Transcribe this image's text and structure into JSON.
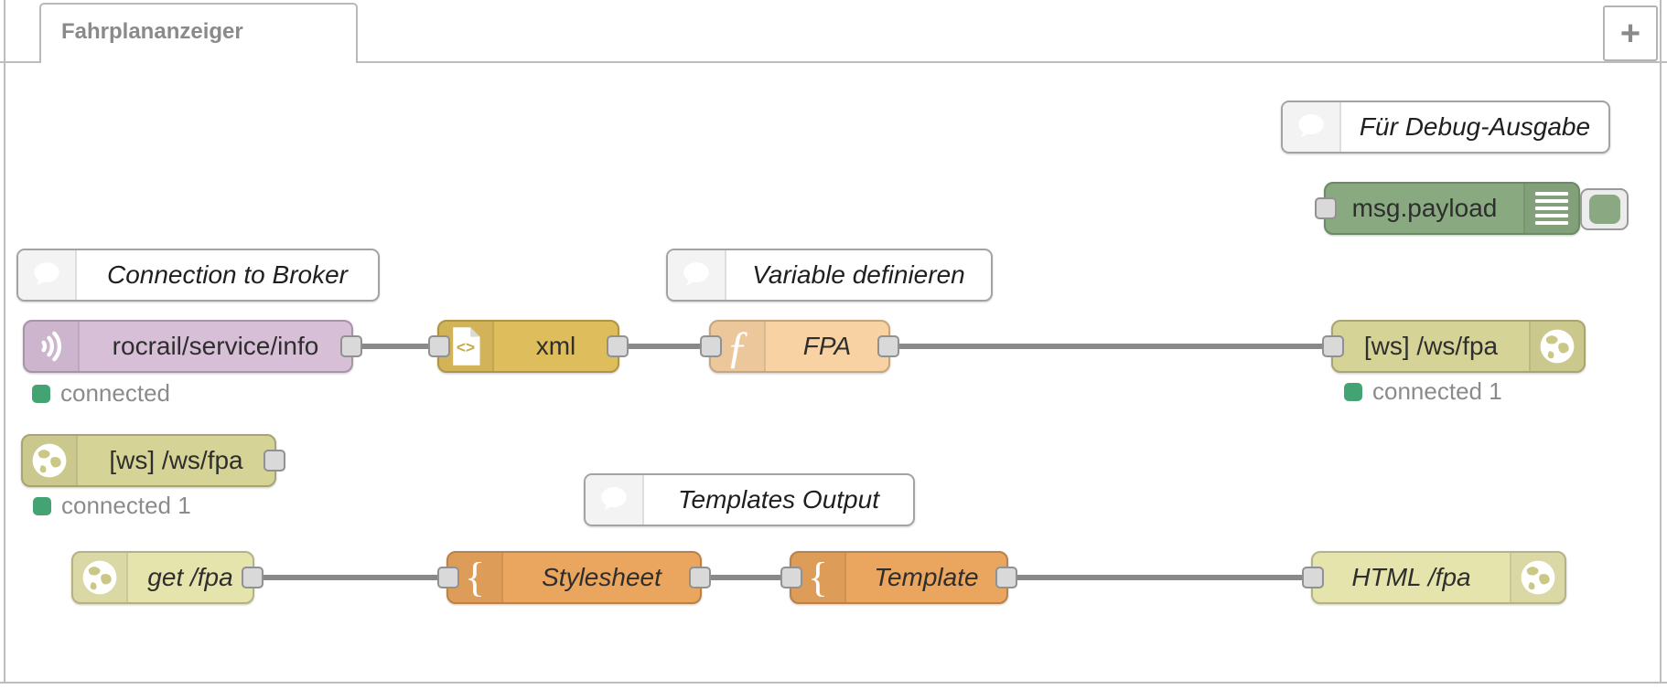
{
  "window": {
    "app": "Node-RED flow editor",
    "tab_bar": {
      "active_tab": "Fahrplananzeiger",
      "add_tab_label": "+"
    }
  },
  "colors": {
    "mqtt_node": "#d8bfd8",
    "xml_node": "#debd5c",
    "function_node": "#f9d2a4",
    "template_node": "#eaa55e",
    "http_node": "#e6e4ad",
    "websocket_node": "#d6d396",
    "debug_node": "#89a981",
    "status_dot": "#44a373",
    "status_text": "#8b8b8b",
    "wire": "#898989"
  },
  "icons": {
    "comment": "speech-bubble",
    "mqtt_in": "radio-waves",
    "xml": "file-code <>",
    "function": "ƒ",
    "websocket": "globe",
    "http": "globe",
    "template": "{",
    "debug": "list-lines",
    "add_tab": "+"
  },
  "comments": {
    "debug_output": {
      "label": "Für Debug-Ausgabe"
    },
    "broker": {
      "label": "Connection to Broker"
    },
    "variable": {
      "label": "Variable definieren"
    },
    "templates": {
      "label": "Templates Output"
    }
  },
  "nodes": {
    "debug": {
      "label": "msg.payload"
    },
    "mqtt_in": {
      "label": "rocrail/service/info",
      "status": "connected"
    },
    "xml": {
      "label": "xml"
    },
    "function_fpa": {
      "label": "FPA"
    },
    "ws_out": {
      "label": "[ws] /ws/fpa",
      "status": "connected 1"
    },
    "ws_in": {
      "label": "[ws] /ws/fpa",
      "status": "connected 1"
    },
    "http_in": {
      "label": "get /fpa"
    },
    "template_stylesheet": {
      "label": "Stylesheet"
    },
    "template_template": {
      "label": "Template"
    },
    "http_response": {
      "label": "HTML /fpa"
    }
  }
}
